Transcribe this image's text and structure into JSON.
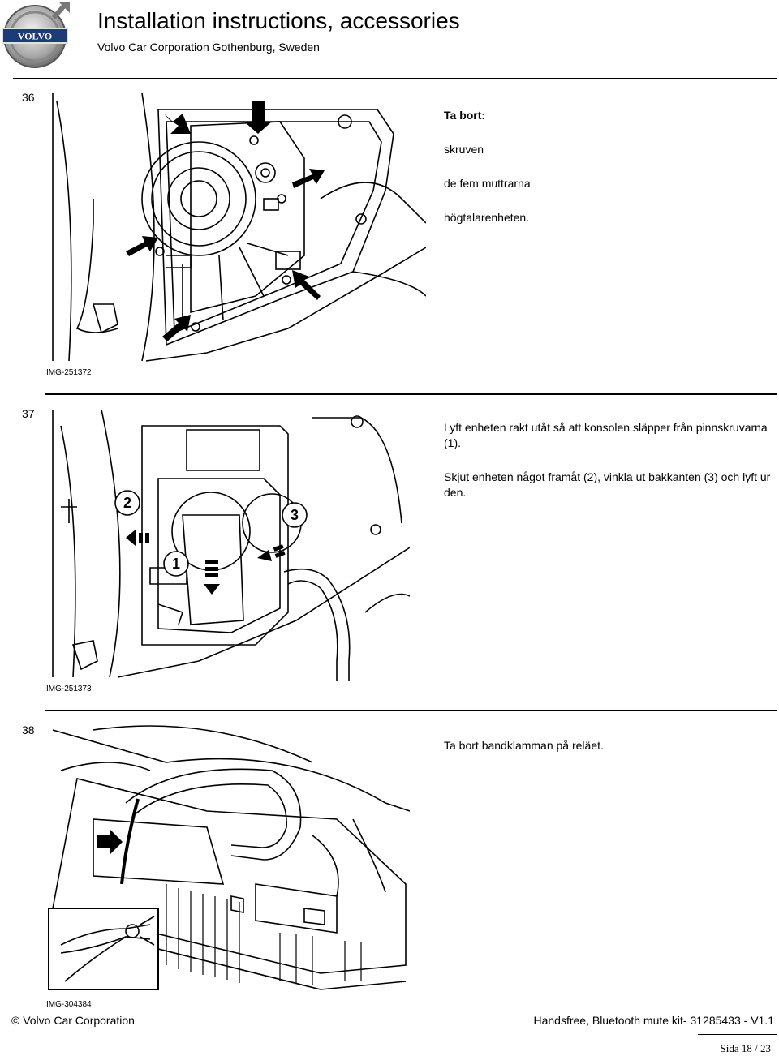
{
  "header": {
    "logo_text": "VOLVO",
    "title": "Installation instructions, accessories",
    "subtitle": "Volvo Car Corporation Gothenburg, Sweden"
  },
  "steps": [
    {
      "number": "36",
      "heading": "Ta bort:",
      "paragraphs": [
        "skruven",
        "de fem muttrarna",
        "högtalarenheten."
      ],
      "image_id": "IMG-251372"
    },
    {
      "number": "37",
      "paragraphs": [
        "Lyft enheten rakt utåt så att konsolen släpper från pinnskruvarna (1).",
        "Skjut enheten något framåt (2), vinkla ut bakkanten (3) och lyft ur den."
      ],
      "callouts": [
        "2",
        "1",
        "3"
      ],
      "image_id": "IMG-251373"
    },
    {
      "number": "38",
      "paragraphs": [
        "Ta bort bandklamman på reläet."
      ],
      "image_id": "IMG-304384"
    }
  ],
  "footer": {
    "copyright": "© Volvo Car Corporation",
    "product": "Handsfree, Bluetooth mute kit- 31285433 - V1.1",
    "page": "Sida 18 / 23"
  }
}
